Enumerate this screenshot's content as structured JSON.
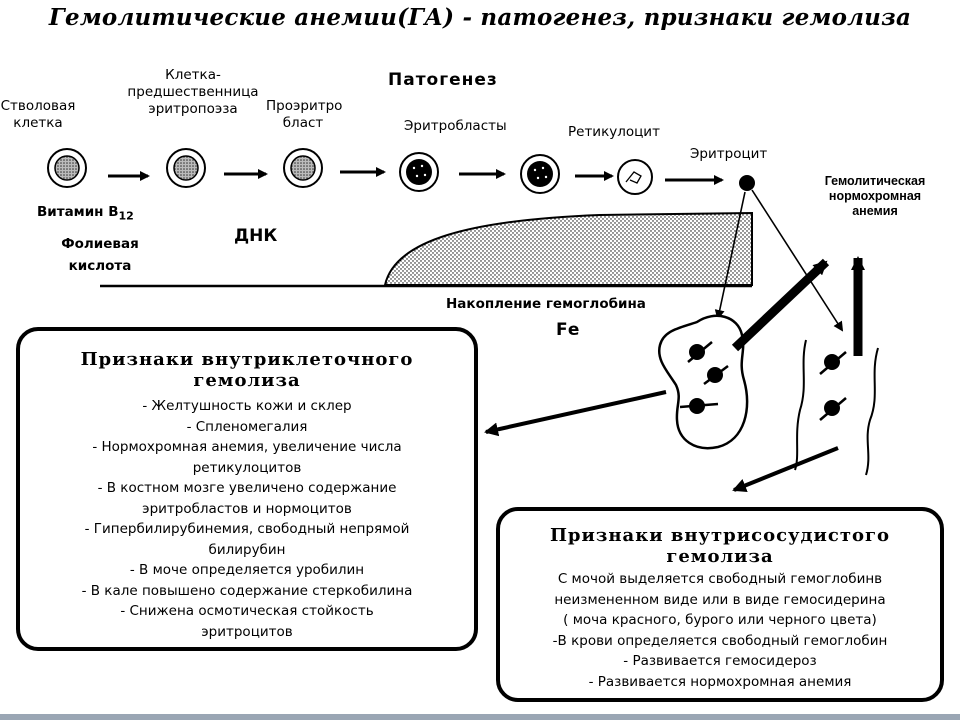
{
  "title": "Гемолитические анемии(ГА) - патогенез, признаки гемолиза",
  "pathogenesis": "Патогенез",
  "cells": {
    "stem_line1": "Стволовая",
    "stem_line2": "клетка",
    "precursor_line1": "Клетка-",
    "precursor_line2": "предшественница",
    "precursor_line3": "эритропоэза",
    "proeryth_line1": "Проэритро",
    "proeryth_line2": "бласт",
    "erythroblasts": "Эритробласты",
    "reticulocyte": "Ретикулоцит",
    "erythrocyte": "Эритроцит"
  },
  "factors": {
    "vitamin": "Витамин В",
    "vitamin_sub": "12",
    "folic_line1": "Фолиевая",
    "folic_line2": "кислота",
    "dna": "ДНК"
  },
  "hemoglobin": {
    "accumulation": "Накопление гемоглобина",
    "fe": "Fe"
  },
  "anemia_label": {
    "line1": "Гемолитическая",
    "line2": "нормохромная",
    "line3": "анемия"
  },
  "intracellular": {
    "title_line1": "Признаки внутриклеточного",
    "title_line2": "гемолиза",
    "items": [
      "- Желтушность кожи и склер",
      "- Спленомегалия",
      "- Нормохромная анемия, увеличение числа",
      "ретикулоцитов",
      "- В костном мозге увеличено содержание",
      "эритробластов и нормоцитов",
      "- Гипербилирубинемия, свободный непрямой",
      "билирубин",
      "- В моче определяется уробилин",
      "- В кале повышено содержание стеркобилина",
      "- Снижена осмотическая стойкость",
      "эритроцитов"
    ]
  },
  "intravascular": {
    "title_line1": "Признаки внутрисосудистого",
    "title_line2": "гемолиза",
    "items": [
      "С мочой выделяется свободный гемоглобинв",
      "неизмененном виде или в виде гемосидерина",
      "( моча красного, бурого или черного цвета)",
      "-В крови определяется свободный гемоглобин",
      "- Развивается гемосидероз",
      "- Развивается нормохромная анемия"
    ]
  }
}
